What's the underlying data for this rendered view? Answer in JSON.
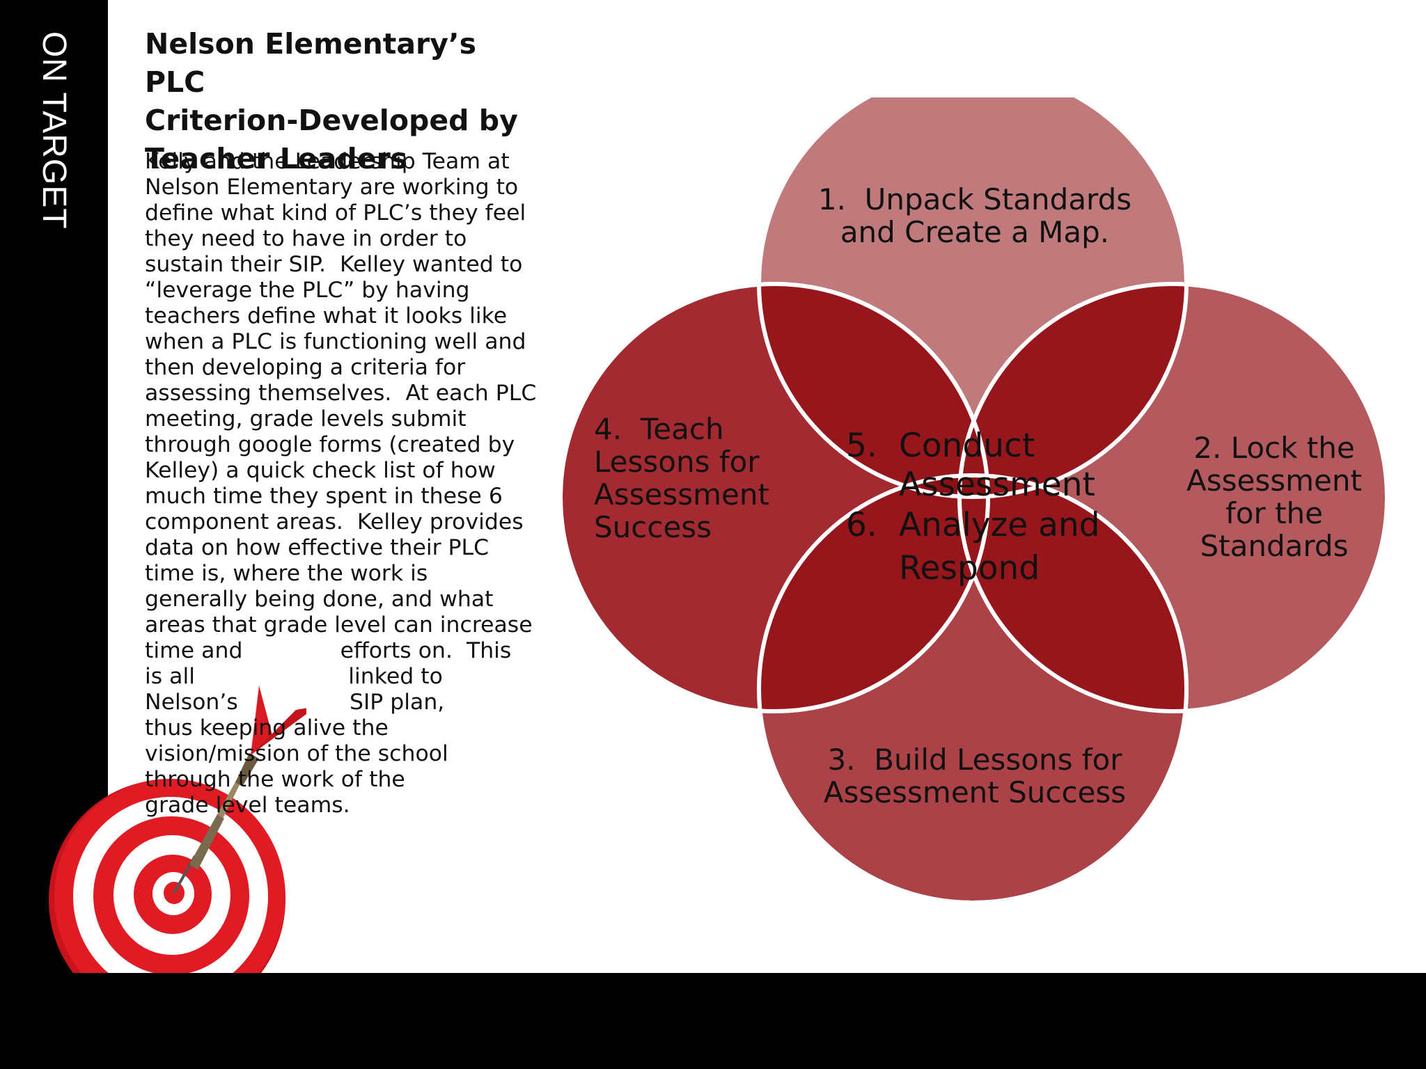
{
  "sidebar": {
    "label": "ON TARGET"
  },
  "header": {
    "title_lines": [
      "Nelson Elementary’s PLC",
      "Criterion-Developed by",
      "Teacher Leaders"
    ]
  },
  "body_lines": [
    "Kelly and the Leadership Team at",
    "Nelson Elementary are working to",
    "define what kind of PLC’s they feel",
    "they need to have in order to",
    "sustain their SIP.  Kelley wanted to",
    "“leverage the PLC” by having",
    "teachers define what it looks like",
    "when a PLC is functioning well and",
    "then developing a criteria for",
    "assessing themselves.  At each PLC",
    "meeting, grade levels submit",
    "through google forms (created by",
    "Kelley) a quick check list of how",
    "much time they spent in these 6",
    "component areas.  Kelley provides",
    "data on how effective their PLC",
    "time is, where the work is",
    "generally being done, and what",
    "areas that grade level can increase",
    "time and              efforts on.  This",
    "is all                      linked to",
    "Nelson’s                SIP plan,",
    "thus keeping alive the",
    "vision/mission of the school",
    "through the work of the",
    "grade level teams."
  ],
  "diagram": {
    "circle1": [
      "1.  Unpack Standards",
      "and Create a Map."
    ],
    "circle2": [
      "2. Lock the",
      "Assessment",
      "for the",
      "Standards"
    ],
    "circle3": [
      "3.  Build Lessons for",
      "Assessment Success"
    ],
    "circle4": [
      "4.  Teach",
      "Lessons for",
      "Assessment",
      "Success"
    ],
    "center": {
      "item5": {
        "num": "5.",
        "lines": [
          "Conduct",
          "Assessment"
        ]
      },
      "item6": {
        "num": "6.",
        "lines": [
          "Analyze and",
          "Respond"
        ]
      }
    }
  },
  "colors": {
    "circle_top": "#c07a7c",
    "circle_right": "#b45a5f",
    "circle_bottom": "#ab4248",
    "circle_left": "#a22a30",
    "overlap": "#96161c",
    "center_overlap": "#8c0f13",
    "sidebar": "#000000",
    "target_red": "#d0141c"
  }
}
